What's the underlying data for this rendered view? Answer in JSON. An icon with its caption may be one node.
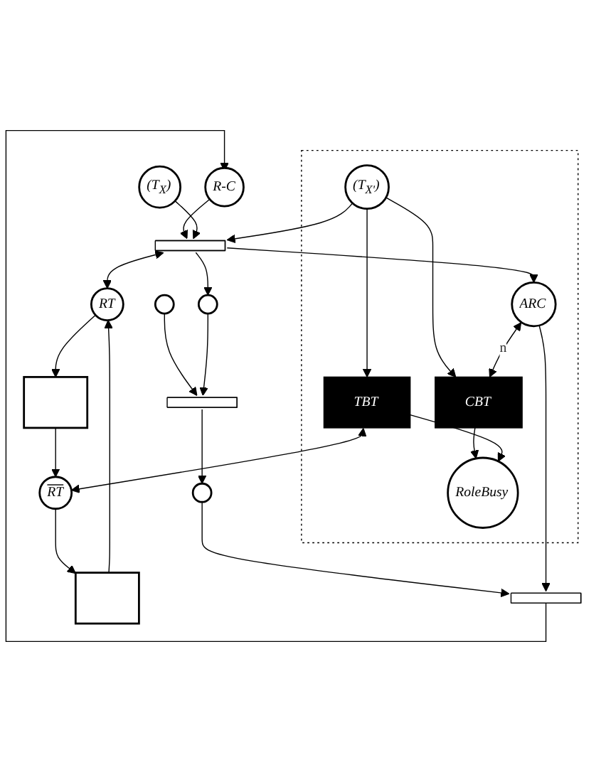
{
  "diagram": {
    "nodes": [
      {
        "text": [
          "R-C"
        ]
      },
      {
        "text": [
          "(T$_{X}$)"
        ]
      },
      {
        "text": [
          "RT"
        ]
      },
      {
        "text": [],
        "shape": "box"
      },
      {
        "text": [
          "RT"
        ]
      },
      {
        "text": [],
        "shape": "box"
      },
      {
        "text": [],
        "shape": "box"
      },
      {
        "text": [
          "(T$_{X'}$)"
        ],
        "in": 6
      },
      {
        "text": [],
        "shape": "bar"
      },
      {
        "text": [
          "TBT"
        ],
        "in": 6
      },
      {
        "text": [
          "ARC"
        ],
        "in": 6
      },
      {
        "text": [],
        "shape": "circle"
      },
      {
        "text": [],
        "shape": "circle"
      },
      {
        "text": [],
        "shape": "bar"
      },
      {
        "text": [
          "CBT"
        ],
        "in": 6
      },
      {
        "text": [
          "RoleBusy"
        ],
        "in": 6
      },
      {
        "text": [],
        "shape": "circle"
      },
      {
        "text": [],
        "shape": "bar"
      }
    ],
    "edges": [
      {
        "from": 0,
        "to": 8,
        "arrow": "to"
      },
      {
        "from": 1,
        "to": 8,
        "arrow": "to"
      },
      {
        "from": 8,
        "to": 2,
        "arrow": "both"
      },
      {
        "from": 7,
        "to": 8,
        "arrow": "to"
      },
      {
        "from": 2,
        "to": 3,
        "arrow": "to"
      },
      {
        "from": 3,
        "to": 4,
        "arrow": "to"
      },
      {
        "from": 4,
        "to": 5,
        "arrow": "to"
      },
      {
        "from": 5,
        "to": 2,
        "arrow": "to"
      },
      {
        "from": 9,
        "to": 4,
        "arrow": "both"
      },
      {
        "from": 7,
        "to": 9,
        "arrow": "to"
      },
      {
        "from": 7,
        "to": 14,
        "arrow": "to"
      },
      {
        "from": 8,
        "to": 12,
        "arrow": "to"
      },
      {
        "from": 8,
        "to": 10,
        "arrow": "to"
      },
      {
        "from": 10,
        "to": 14,
        "arrow": "both",
        "label": "n"
      },
      {
        "from": 11,
        "to": 13,
        "arrow": "to"
      },
      {
        "from": 12,
        "to": 13,
        "arrow": "to"
      },
      {
        "from": 13,
        "to": 16,
        "arrow": "to"
      },
      {
        "from": 16,
        "to": 17,
        "arrow": "to"
      },
      {
        "from": 10,
        "to": 17,
        "arrow": "to"
      },
      {
        "from": 17,
        "to": 0,
        "arrow": "to"
      },
      {
        "from": 14,
        "to": 15,
        "arrow": "to"
      },
      {
        "from": 9,
        "to": 15,
        "arrow": "to"
      }
    ]
  }
}
